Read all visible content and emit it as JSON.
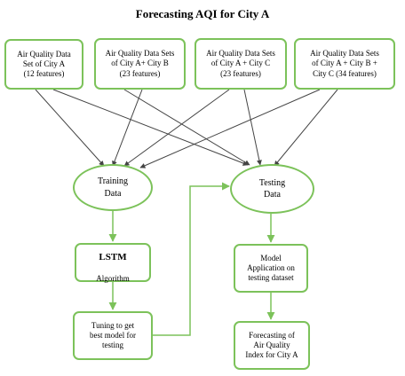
{
  "title": "Forecasting AQI for City A",
  "datasets": [
    {
      "label": "Air Quality Data\nSet of City A\n(12 features)"
    },
    {
      "label": "Air Quality Data Sets\nof City A+ City B\n(23 features)"
    },
    {
      "label": "Air Quality Data Sets\nof City A + City C\n(23 features)"
    },
    {
      "label": "Air Quality Data Sets\nof City A + City B +\nCity C  (34 features)"
    }
  ],
  "training": {
    "label": "Training\nData"
  },
  "testing": {
    "label": "Testing\nData"
  },
  "lstm": {
    "title": "LSTM",
    "subtitle": "Algorithm"
  },
  "tuning": {
    "label": "Tuning to get\nbest model for\ntesting"
  },
  "model_application": {
    "label": "Model\nApplication on\ntesting dataset"
  },
  "forecast": {
    "label": "Forecasting of\nAir Quality\nIndex for City A"
  },
  "colors": {
    "node_border": "#7cc25a",
    "dataset_arrow": "#444444"
  }
}
